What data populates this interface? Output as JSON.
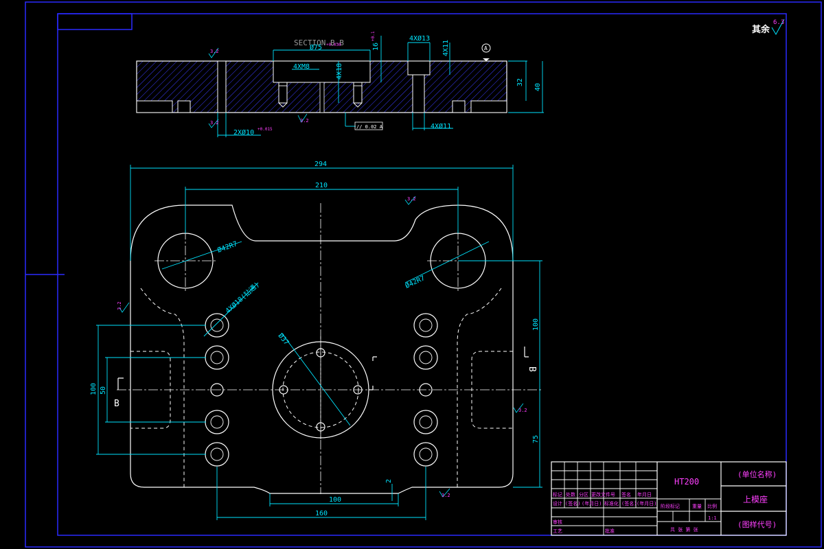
{
  "section_title": "SECTION B-B",
  "rough_symbol_label": "其余",
  "rough_symbol_value": "6.3",
  "section_view": {
    "dims": {
      "d75": "Ø75",
      "d75_tol": "+0.030",
      "depth16": "16",
      "depth16_tol": "+0.1",
      "holes_4x13": "4XØ13",
      "depth_4x11": "4X11",
      "screw_4xm8": "4XM8",
      "depth_4x18": "4X18",
      "ra38_a": "3.2",
      "ra38_b": "3.2",
      "ra32": "3.2",
      "height32": "32",
      "height40": "40",
      "pins_2x10": "2XØ10",
      "pins_2x10_tol": "+0.015",
      "holes_4x11": "4XØ11",
      "flatness": "// 0.02 A",
      "datum": "A"
    }
  },
  "plan_view": {
    "dims": {
      "w294": "294",
      "w210": "210",
      "ra_top": "3.2",
      "ra_left": "3.2",
      "ra_right": "3.2",
      "ra_bottom": "3.2",
      "d42_left": "Ø42R7",
      "d42_right": "Ø42R7",
      "holes_4x18": "4XØ18(钻通)",
      "d37": "Ø37",
      "v100_left": "100",
      "v50": "50",
      "v100_right": "100",
      "v75": "75",
      "h100": "100",
      "h160": "160",
      "depth2": "2",
      "section_mark_left": "B",
      "section_mark_right": "B"
    }
  },
  "title_block": {
    "material": "HT200",
    "company": "(单位名称)",
    "part_name": "上模座",
    "drawing_no": "(图样代号)",
    "rows": {
      "r1": [
        "标记",
        "处数",
        "分区",
        "更改文件号",
        "签名",
        "年月日"
      ],
      "r2": [
        "设计",
        "(签名)",
        "(年月日)",
        "标准化",
        "(签名)",
        "(年月日)"
      ],
      "r3": [
        "审核"
      ],
      "r4": [
        "工艺",
        "批准"
      ]
    },
    "stage_label": "阶段标记",
    "weight_label": "重量",
    "scale_label": "比例",
    "scale_value": "1:1",
    "sheets_label": "共  张  第  张"
  },
  "colors": {
    "frame": "#2a2aff",
    "outline": "#ffffff",
    "dimension": "#00e5ff",
    "roughness": "#ff40ff",
    "note": "#ffff40"
  }
}
